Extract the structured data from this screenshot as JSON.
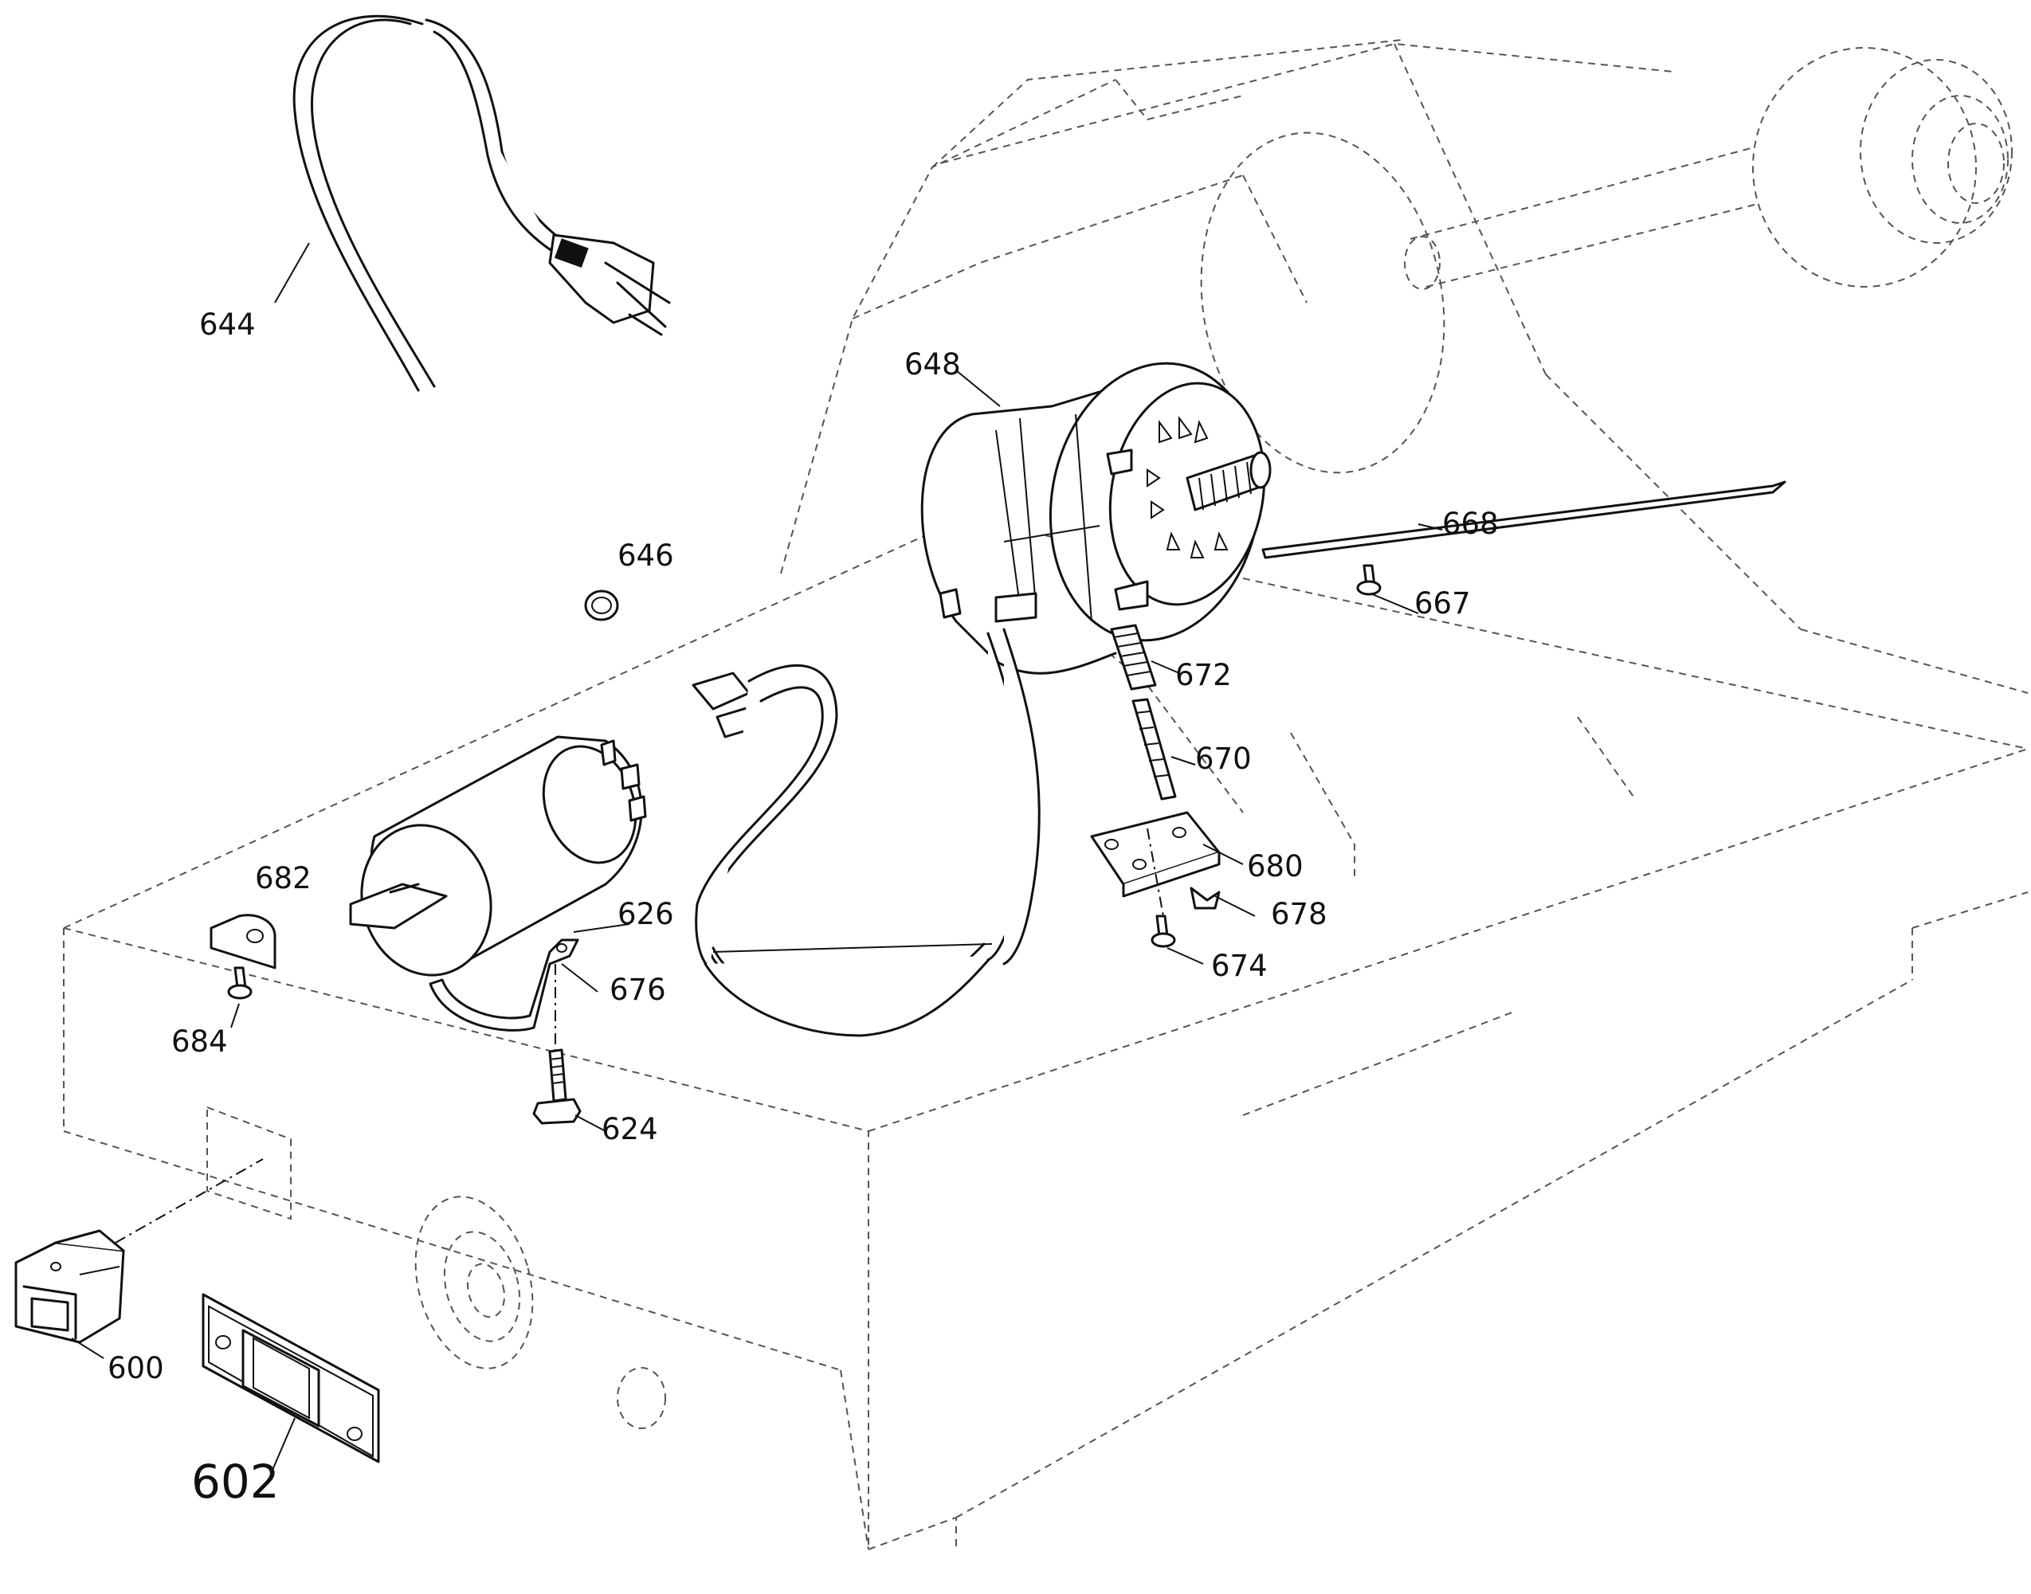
{
  "labels": {
    "p600": "600",
    "p602": "602",
    "p624": "624",
    "p626": "626",
    "p644": "644",
    "p646": "646",
    "p648": "648",
    "p667": "667",
    "p668": "668",
    "p670": "670",
    "p672": "672",
    "p674": "674",
    "p676": "676",
    "p678": "678",
    "p680": "680",
    "p682": "682",
    "p684": "684"
  }
}
